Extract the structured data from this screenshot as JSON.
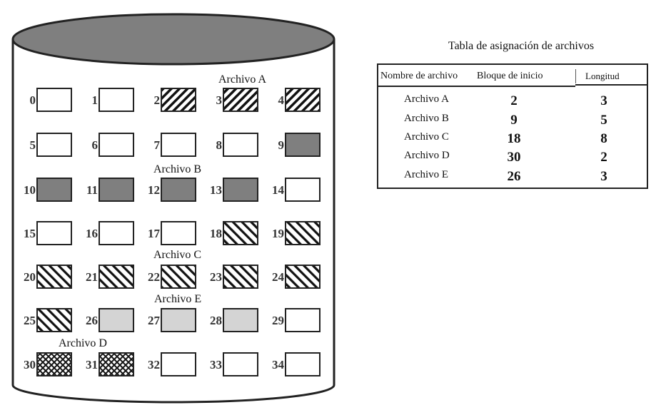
{
  "blocks": [
    {
      "n": "0",
      "fill": "white"
    },
    {
      "n": "1",
      "fill": "white"
    },
    {
      "n": "2",
      "fill": "backslash"
    },
    {
      "n": "3",
      "fill": "backslash"
    },
    {
      "n": "4",
      "fill": "backslash"
    },
    {
      "n": "5",
      "fill": "white"
    },
    {
      "n": "6",
      "fill": "white"
    },
    {
      "n": "7",
      "fill": "white"
    },
    {
      "n": "8",
      "fill": "white"
    },
    {
      "n": "9",
      "fill": "dark"
    },
    {
      "n": "10",
      "fill": "dark"
    },
    {
      "n": "11",
      "fill": "dark"
    },
    {
      "n": "12",
      "fill": "dark"
    },
    {
      "n": "13",
      "fill": "dark"
    },
    {
      "n": "14",
      "fill": "white"
    },
    {
      "n": "15",
      "fill": "white"
    },
    {
      "n": "16",
      "fill": "white"
    },
    {
      "n": "17",
      "fill": "white"
    },
    {
      "n": "18",
      "fill": "slash"
    },
    {
      "n": "19",
      "fill": "slash"
    },
    {
      "n": "20",
      "fill": "slash"
    },
    {
      "n": "21",
      "fill": "slash"
    },
    {
      "n": "22",
      "fill": "slash"
    },
    {
      "n": "23",
      "fill": "slash"
    },
    {
      "n": "24",
      "fill": "slash"
    },
    {
      "n": "25",
      "fill": "slash"
    },
    {
      "n": "26",
      "fill": "light"
    },
    {
      "n": "27",
      "fill": "light"
    },
    {
      "n": "28",
      "fill": "light"
    },
    {
      "n": "29",
      "fill": "white"
    },
    {
      "n": "30",
      "fill": "cross"
    },
    {
      "n": "31",
      "fill": "cross"
    },
    {
      "n": "32",
      "fill": "white"
    },
    {
      "n": "33",
      "fill": "white"
    },
    {
      "n": "34",
      "fill": "white"
    }
  ],
  "disk_labels": {
    "archivo_a": "Archivo A",
    "archivo_b": "Archivo B",
    "archivo_c": "Archivo C",
    "archivo_e": "Archivo E",
    "archivo_d": "Archivo D"
  },
  "fat": {
    "title": "Tabla de asignación de archivos",
    "headers": [
      "Nombre de archivo",
      "Bloque de inicio",
      "Longitud"
    ],
    "rows": [
      {
        "name": "Archivo A",
        "start": "2",
        "length": "3"
      },
      {
        "name": "Archivo B",
        "start": "9",
        "length": "5"
      },
      {
        "name": "Archivo C",
        "start": "18",
        "length": "8"
      },
      {
        "name": "Archivo D",
        "start": "30",
        "length": "2"
      },
      {
        "name": "Archivo E",
        "start": "26",
        "length": "3"
      }
    ]
  },
  "colors": {
    "lid": "#7f7f7f",
    "dark_block": "#7f7f7f",
    "light_block": "#d4d4d4",
    "outline": "#222222"
  }
}
